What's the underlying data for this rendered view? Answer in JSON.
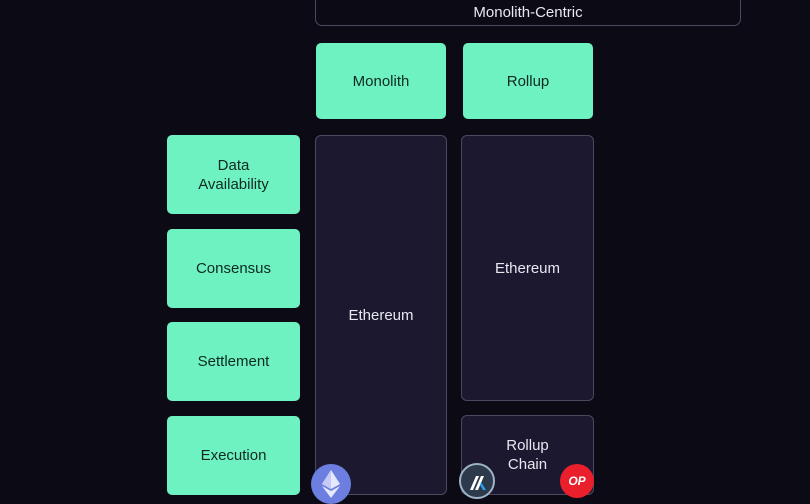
{
  "header": {
    "title": "Monolith-Centric"
  },
  "columns": [
    {
      "label": "Monolith"
    },
    {
      "label": "Rollup"
    }
  ],
  "layers": [
    {
      "label": "Data Availability"
    },
    {
      "label": "Consensus"
    },
    {
      "label": "Settlement"
    },
    {
      "label": "Execution"
    }
  ],
  "monolith_stack": {
    "label": "Ethereum"
  },
  "rollup_stack": {
    "upper": "Ethereum",
    "lower": "Rollup Chain"
  },
  "logos": {
    "ethereum": "ethereum-logo",
    "arbitrum": "arbitrum-logo",
    "optimism": "OP"
  },
  "colors": {
    "accent": "#6ff2c1",
    "background": "#0c0b15",
    "panel": "#1b1830",
    "op_red": "#ea1f2c",
    "eth_blue": "#6c7fe0"
  }
}
